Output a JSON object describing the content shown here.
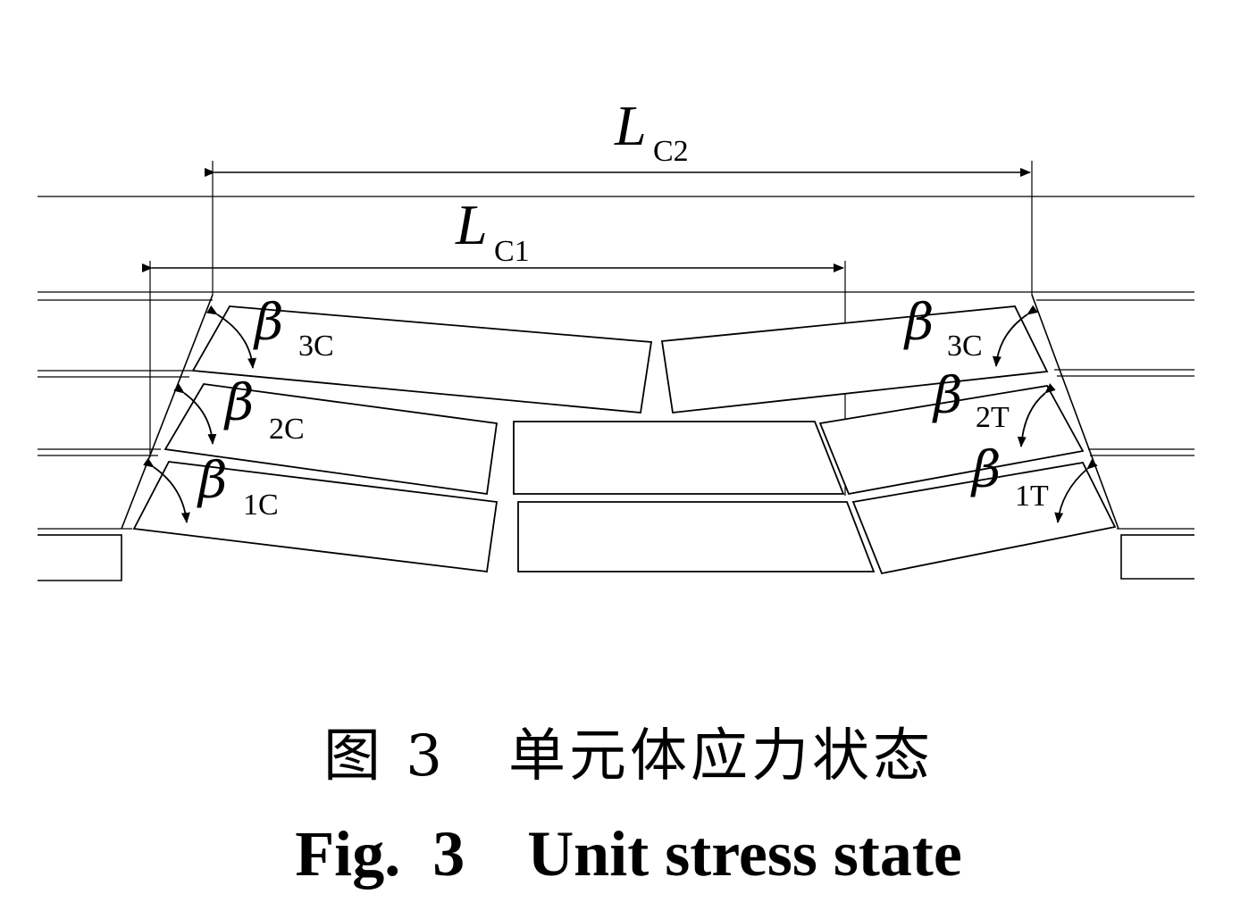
{
  "labels": {
    "lc2": {
      "main": "L",
      "sub": "C2"
    },
    "lc1": {
      "main": "L",
      "sub": "C1"
    },
    "b3c_left": {
      "main": "β",
      "sub": "3C"
    },
    "b2c": {
      "main": "β",
      "sub": "2C"
    },
    "b1c": {
      "main": "β",
      "sub": "1C"
    },
    "b3c_right": {
      "main": "β",
      "sub": "3C"
    },
    "b2t": {
      "main": "β",
      "sub": "2T"
    },
    "b1t": {
      "main": "β",
      "sub": "1T"
    }
  },
  "caption": {
    "cn_label": "图 3",
    "cn_title": "单元体应力状态",
    "en_label": "Fig.  3",
    "en_title": "Unit stress state"
  }
}
